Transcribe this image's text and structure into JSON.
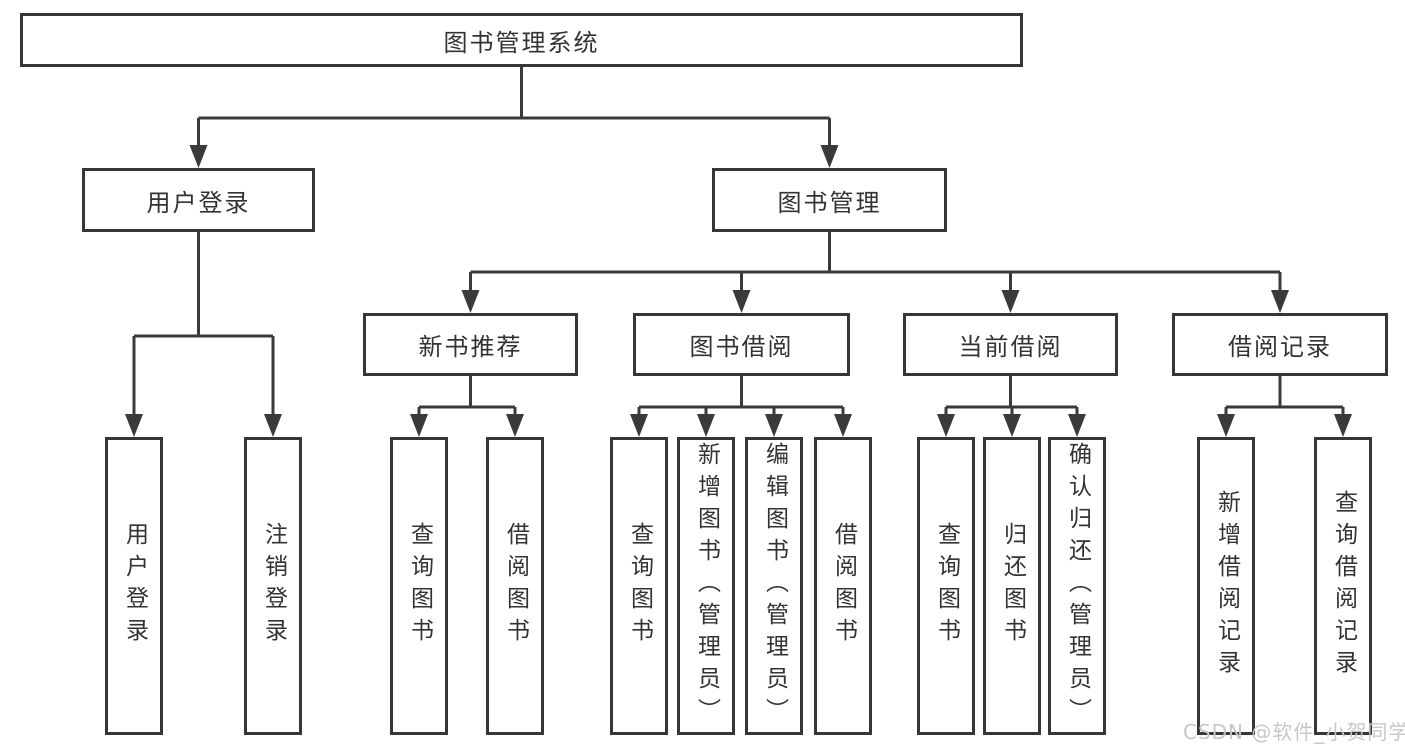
{
  "tree": {
    "root": {
      "label": "图书管理系统"
    },
    "branches": [
      {
        "label": "用户登录",
        "leaves": [
          {
            "label": "用户登录"
          },
          {
            "label": "注销登录"
          }
        ]
      },
      {
        "label": "图书管理",
        "groups": [
          {
            "label": "新书推荐",
            "leaves": [
              {
                "label": "查询图书"
              },
              {
                "label": "借阅图书"
              }
            ]
          },
          {
            "label": "图书借阅",
            "leaves": [
              {
                "label": "查询图书"
              },
              {
                "label": "新增图书（管理员）"
              },
              {
                "label": "编辑图书（管理员）"
              },
              {
                "label": "借阅图书"
              }
            ]
          },
          {
            "label": "当前借阅",
            "leaves": [
              {
                "label": "查询图书"
              },
              {
                "label": "归还图书"
              },
              {
                "label": "确认归还（管理员）"
              }
            ]
          },
          {
            "label": "借阅记录",
            "leaves": [
              {
                "label": "新增借阅记录"
              },
              {
                "label": "查询借阅记录"
              }
            ]
          }
        ]
      }
    ]
  },
  "watermark": {
    "text": "CSDN @软件_小贺同学"
  },
  "colors": {
    "line": "#3a3a3a",
    "box_border": "#363636",
    "text": "#333333",
    "watermark": "#c7c7c7",
    "background": "#ffffff"
  }
}
